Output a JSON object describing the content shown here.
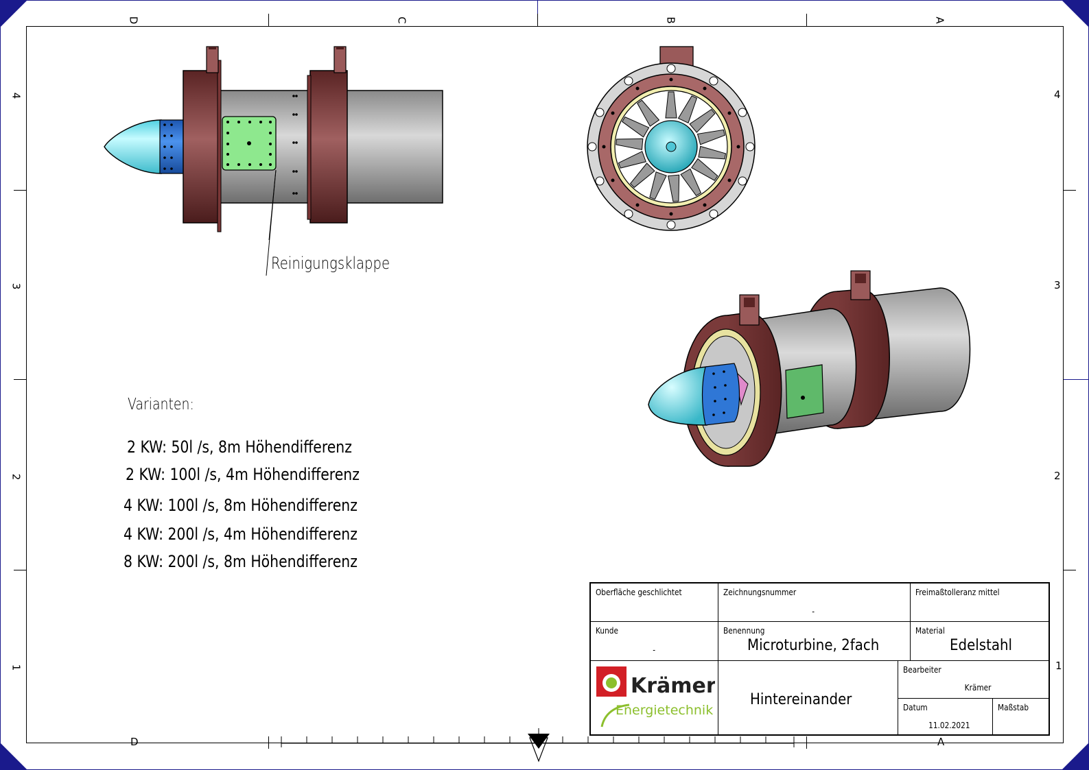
{
  "zones": {
    "top": [
      "D",
      "C",
      "B",
      "A"
    ],
    "side": [
      "4",
      "3",
      "2",
      "1"
    ],
    "bottom": [
      "D",
      "A"
    ]
  },
  "callout": {
    "label": "Reinigungsklappe"
  },
  "variants": {
    "title": "Varianten:",
    "items": [
      "2 KW: 50l /s, 8m Höhendifferenz",
      "2 KW: 100l /s, 4m Höhendifferenz",
      "4 KW: 100l /s, 8m Höhendifferenz",
      "4 KW: 200l /s, 4m Höhendifferenz",
      "8 KW: 200l /s, 8m Höhendifferenz"
    ]
  },
  "title_block": {
    "surface_label": "Oberfläche geschlichtet",
    "drawing_number_label": "Zeichnungsnummer",
    "drawing_number_value": "-",
    "tolerance_label": "Freimaßtolleranz mittel",
    "customer_label": "Kunde",
    "customer_value": "-",
    "name_label": "Benennung",
    "name_value": "Microturbine, 2fach",
    "material_label": "Material",
    "material_value": "Edelstahl",
    "logo_line1": "Krämer",
    "logo_line2": "Energietechnik",
    "arrangement_value": "Hintereinander",
    "editor_label": "Bearbeiter",
    "editor_value": "Krämer",
    "date_label": "Datum",
    "date_value": "11.02.2021",
    "scale_label": "Maßstab"
  },
  "colors": {
    "flange": "#6b3030",
    "housing": "#c9c9c9",
    "hatch": "#8fe08f",
    "nose": "#86f0f5",
    "nose_band": "#2f77d6",
    "border_accent": "#1a1a8c",
    "logo_red": "#d21f26",
    "logo_green": "#8cbf2d"
  }
}
